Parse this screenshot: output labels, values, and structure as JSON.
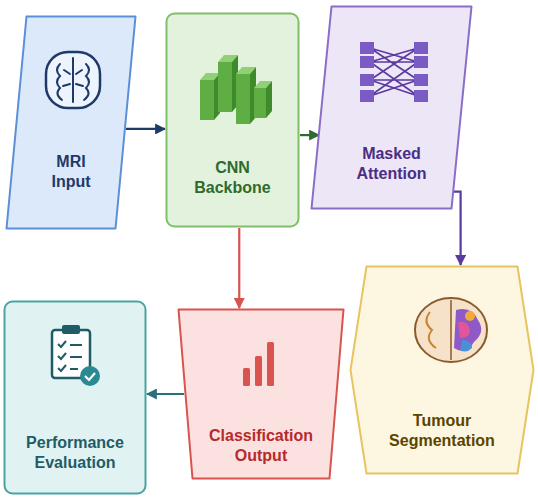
{
  "diagram": {
    "nodes": [
      {
        "text": [
          "MRI Input"
        ]
      },
      {
        "text": [
          "CNN Backbone"
        ]
      },
      {
        "text": [
          "Masked Attention"
        ]
      },
      {
        "text": [
          "Performance Evaluation"
        ]
      },
      {
        "text": [
          "Classification Output"
        ]
      },
      {
        "text": [
          "Tumour Segmentation"
        ]
      }
    ],
    "edges": [
      {
        "from": 0,
        "to": 1,
        "arrow": "to"
      },
      {
        "from": 1,
        "to": 2,
        "arrow": "to"
      },
      {
        "from": 2,
        "to": 5,
        "arrow": "to"
      },
      {
        "from": 1,
        "to": 4,
        "arrow": "to"
      },
      {
        "from": 4,
        "to": 3,
        "arrow": "to"
      }
    ]
  }
}
